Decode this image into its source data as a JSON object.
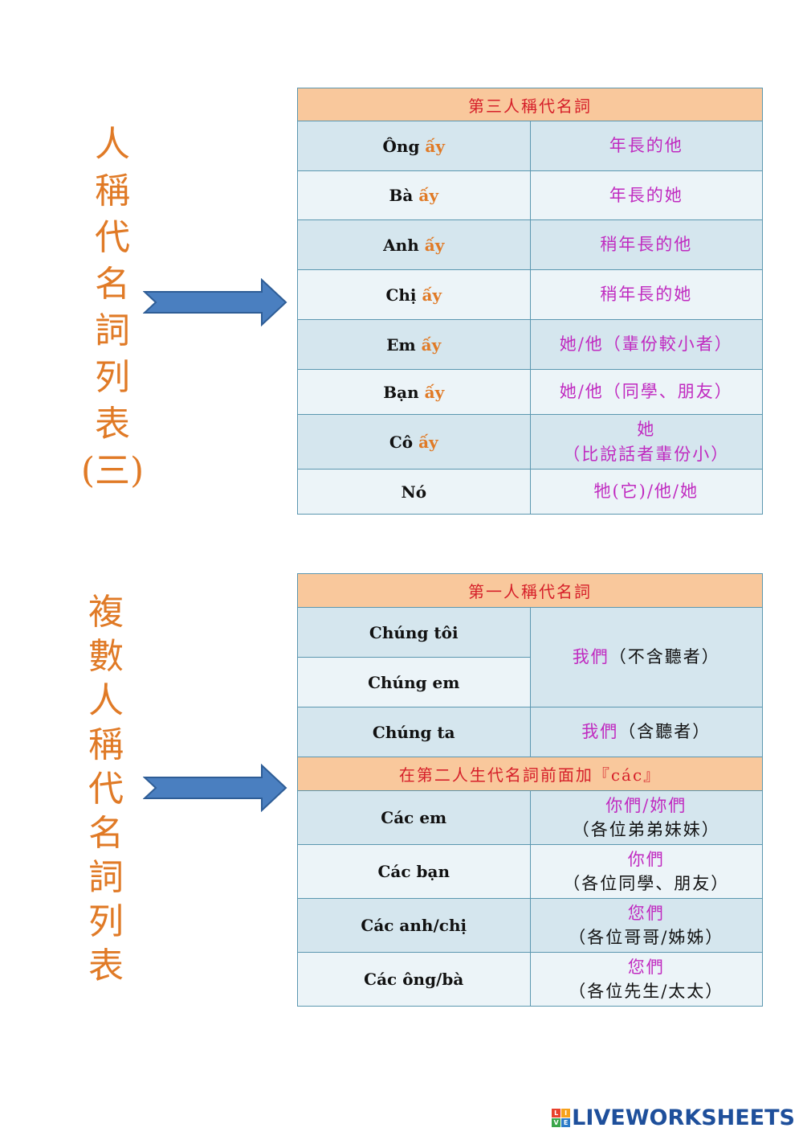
{
  "title_left_1": [
    "人",
    "稱",
    "代",
    "名",
    "詞",
    "列",
    "表",
    "(三)"
  ],
  "title_left_2": [
    "複",
    "數",
    "人",
    "稱",
    "代",
    "名",
    "詞",
    "列",
    "表"
  ],
  "table1": {
    "header": "第三人稱代名詞",
    "rows": [
      {
        "vn_base": "Ông",
        "vn_suffix": "ấy",
        "zh": "年長的他"
      },
      {
        "vn_base": "Bà",
        "vn_suffix": "ấy",
        "zh": "年長的她"
      },
      {
        "vn_base": "Anh",
        "vn_suffix": "ấy",
        "zh": "稍年長的他"
      },
      {
        "vn_base": "Chị",
        "vn_suffix": "ấy",
        "zh": "稍年長的她"
      },
      {
        "vn_base": "Em",
        "vn_suffix": "ấy",
        "zh": "她/他（輩份較小者）"
      },
      {
        "vn_base": "Bạn",
        "vn_suffix": "ấy",
        "zh": "她/他（同學、朋友）"
      },
      {
        "vn_base": "Cô",
        "vn_suffix": "ấy",
        "zh": "她",
        "zh2": "（比說話者輩份小）"
      },
      {
        "vn_base": "Nó",
        "vn_suffix": "",
        "zh": "牠(它)/他/她"
      }
    ]
  },
  "table2": {
    "header1": "第一人稱代名詞",
    "chung_toi": "Chúng tôi",
    "chung_em": "Chúng em",
    "we_excl_a": "我們",
    "we_excl_b": "（不含聽者）",
    "chung_ta": "Chúng ta",
    "we_incl_a": "我們",
    "we_incl_b": "（含聽者）",
    "header2": "在第二人生代名詞前面加『các』",
    "rows": [
      {
        "vn": "Các em",
        "zh": "你們/妳們",
        "zh2": "（各位弟弟妹妹）"
      },
      {
        "vn": "Các bạn",
        "zh": "你們",
        "zh2": "（各位同學、朋友）"
      },
      {
        "vn": "Các anh/chị",
        "zh": "您們",
        "zh2": "（各位哥哥/姊姊）"
      },
      {
        "vn": "Các ông/bà",
        "zh": "您們",
        "zh2": "（各位先生/太太）"
      }
    ]
  },
  "logo": {
    "text": "LIVEWORKSHEETS",
    "box_letters": [
      "L",
      "I",
      "V",
      "E"
    ]
  },
  "colors": {
    "title_orange": "#e07a26",
    "header_bg": "#f9c89c",
    "header_text": "#d6202a",
    "zh_magenta": "#c02ac0",
    "arrow_blue": "#4a7fc0"
  }
}
